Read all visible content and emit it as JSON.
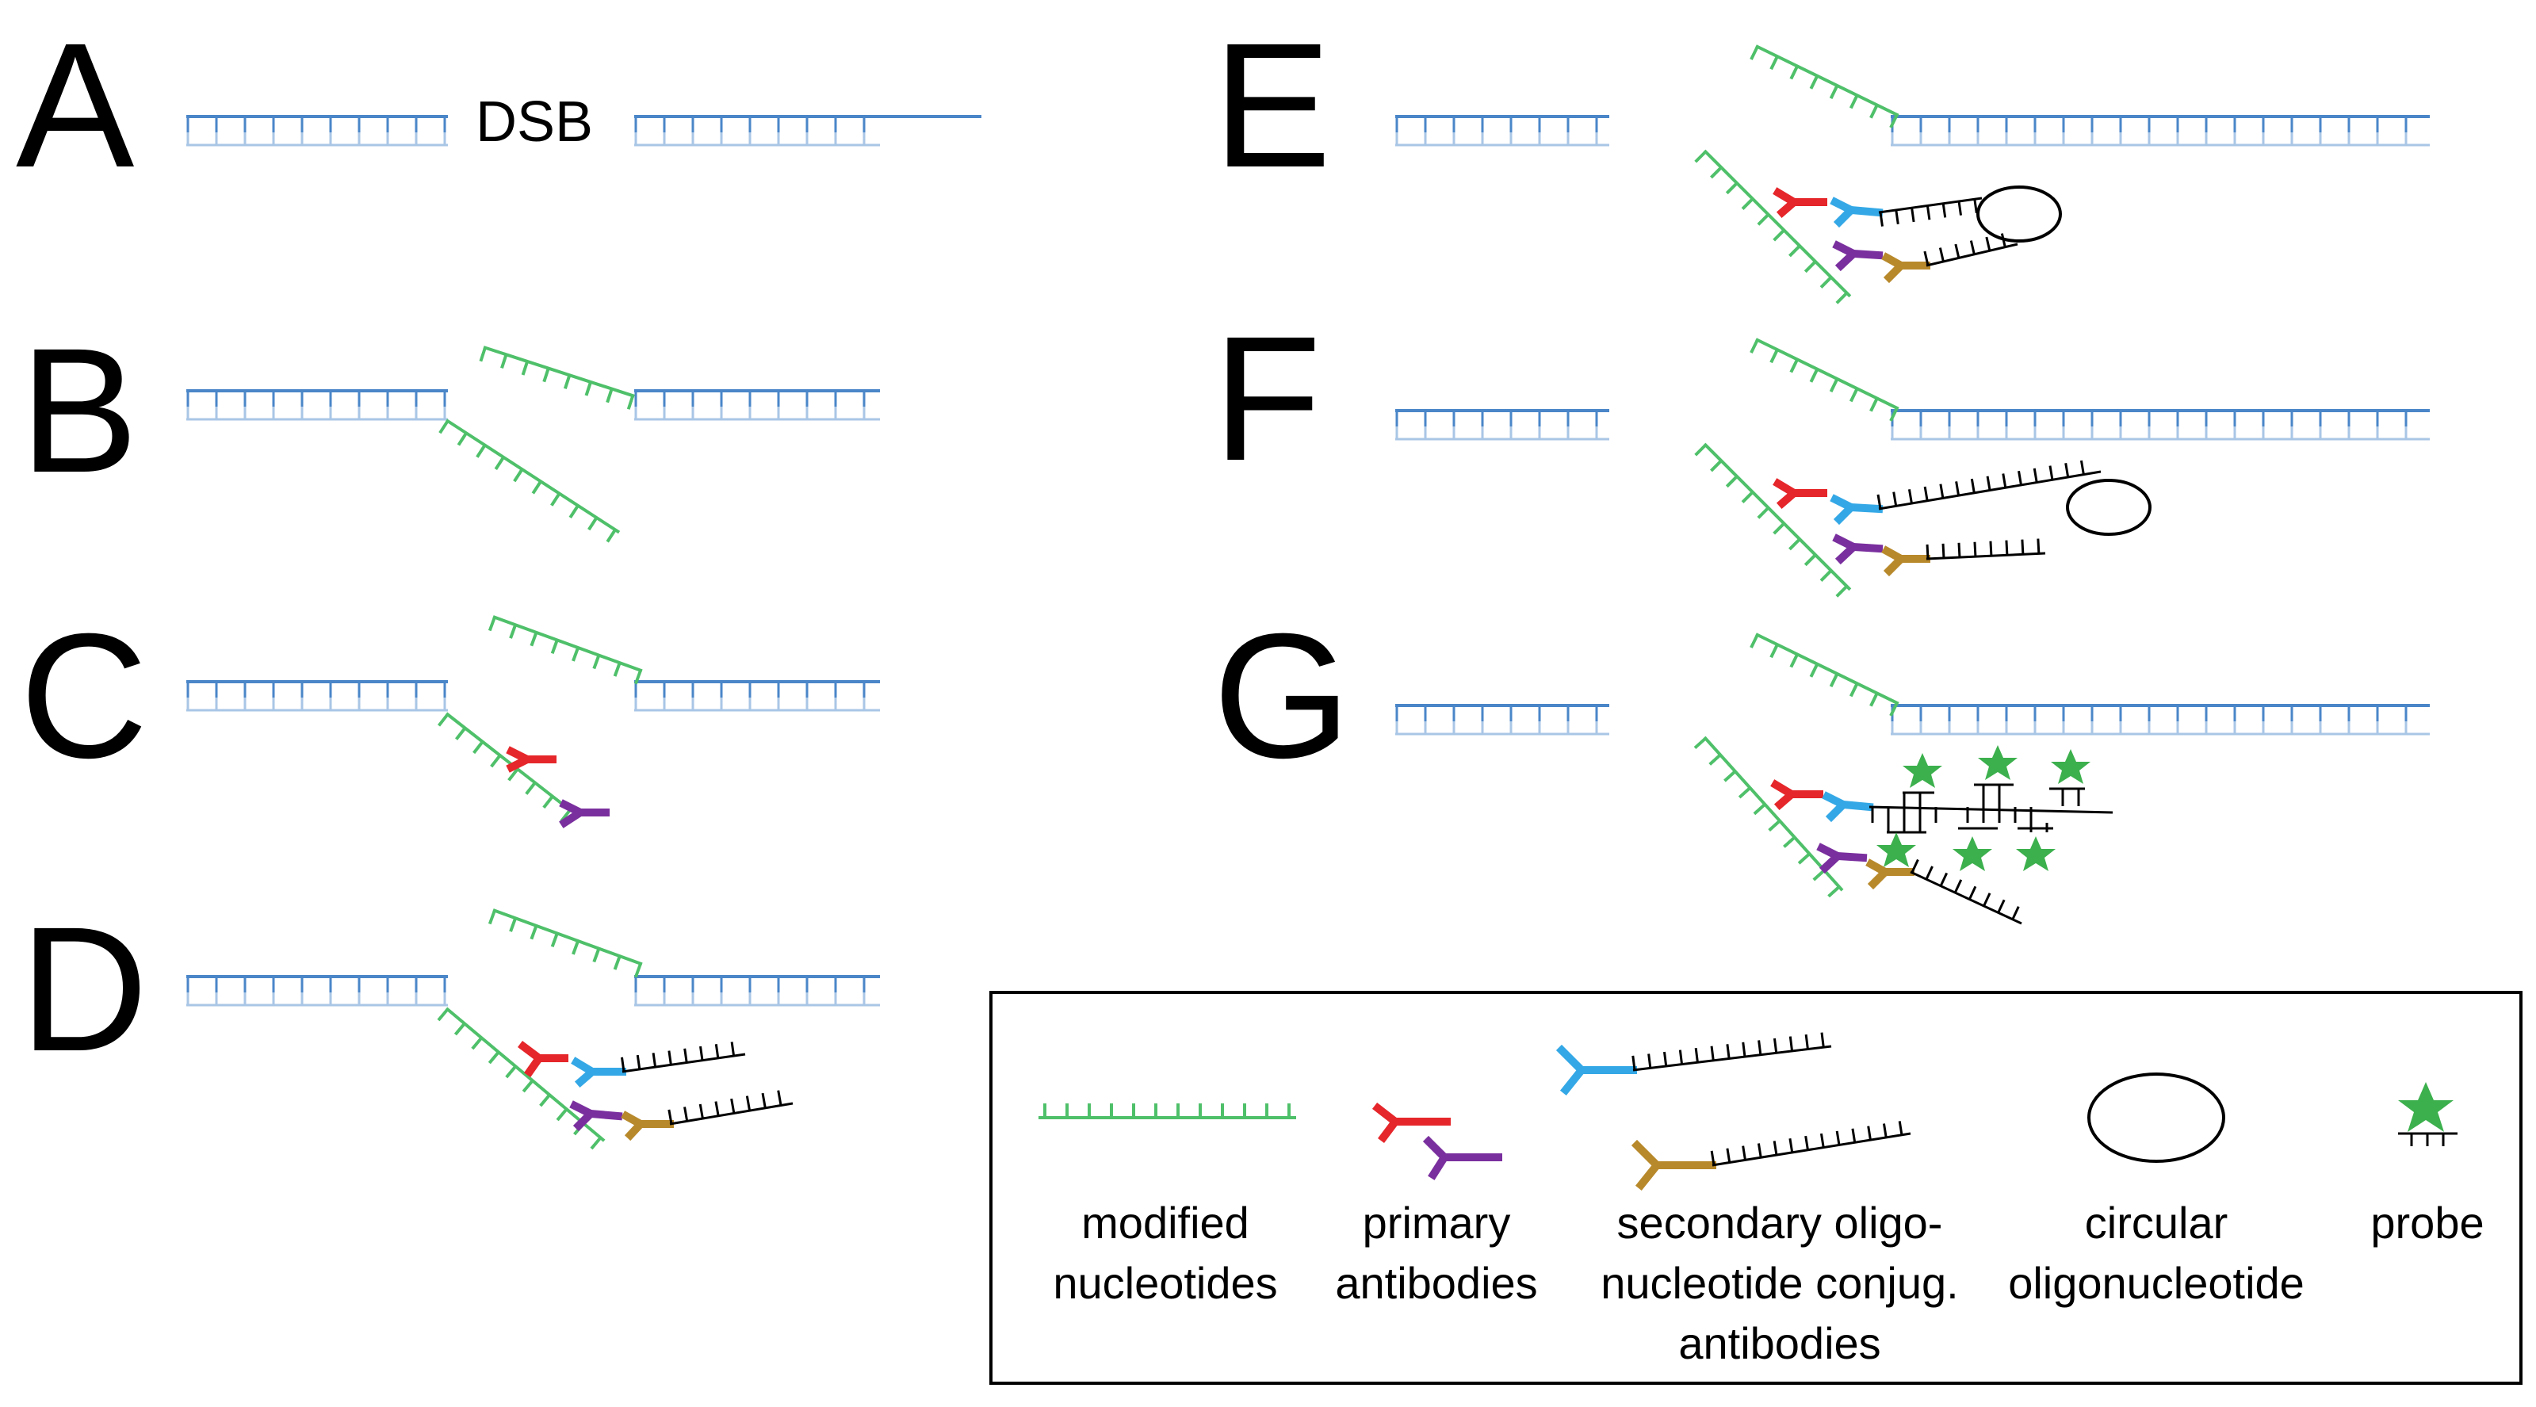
{
  "panels": [
    {
      "letter": "A"
    },
    {
      "letter": "B"
    },
    {
      "letter": "C"
    },
    {
      "letter": "D"
    },
    {
      "letter": "E"
    },
    {
      "letter": "F"
    },
    {
      "letter": "G"
    }
  ],
  "dsb_label": "DSB",
  "legend": {
    "modified_line1": "modified",
    "modified_line2": "nucleotides",
    "primary_line1": "primary",
    "primary_line2": "antibodies",
    "secondary_line1": "secondary oligo-",
    "secondary_line2": "nucleotide conjug.",
    "secondary_line3": "antibodies",
    "circular_line1": "circular",
    "circular_line2": "oligonucleotide",
    "probe_line1": "probe"
  },
  "colors": {
    "dna": "#4a86c8",
    "modified_nucleotides": "#4fc06a",
    "primary_antibody_1": "#e5262a",
    "primary_antibody_2": "#7a2f9e",
    "secondary_antibody_1": "#34a8e6",
    "secondary_antibody_2": "#b8892b",
    "probe_star": "#3cb04d"
  }
}
